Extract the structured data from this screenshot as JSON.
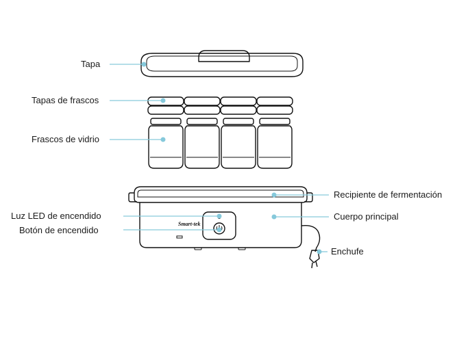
{
  "colors": {
    "leader": "#86c9db",
    "outline": "#111111",
    "text": "#1a1a1a"
  },
  "labels": {
    "lid": "Tapa",
    "jar_lids": "Tapas de frascos",
    "glass_jars": "Frascos de vidrio",
    "container": "Recipiente de fermentación",
    "main_body": "Cuerpo principal",
    "led": "Luz LED de encendido",
    "power_button": "Botón de encendido",
    "plug": "Enchufe"
  },
  "brand": "Smart-tek",
  "icons": [
    "power-icon"
  ]
}
